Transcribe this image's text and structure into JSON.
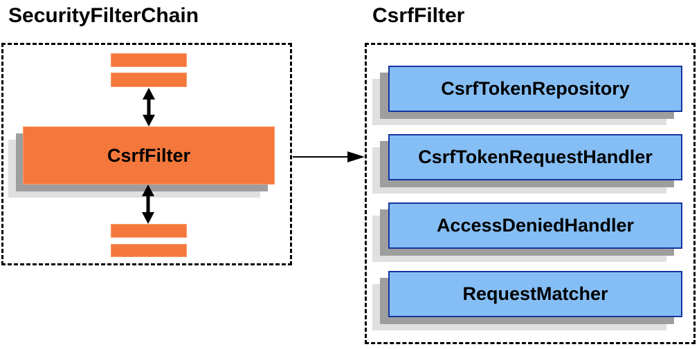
{
  "diagram": {
    "left_panel": {
      "title": "SecurityFilterChain",
      "filter_box_label": "CsrfFilter"
    },
    "right_panel": {
      "title": "CsrfFilter",
      "components": [
        "CsrfTokenRepository",
        "CsrfTokenRequestHandler",
        "AccessDeniedHandler",
        "RequestMatcher"
      ]
    },
    "colors": {
      "orange_fill": "#F4783B",
      "orange_border": "#F89B69",
      "blue_fill": "#85BEF4",
      "blue_border": "#1633A0",
      "shadow_dark": "#9E9E9E",
      "shadow_light": "#E0E0E0",
      "arrow": "#000000",
      "dashed_border": "#000000"
    }
  }
}
